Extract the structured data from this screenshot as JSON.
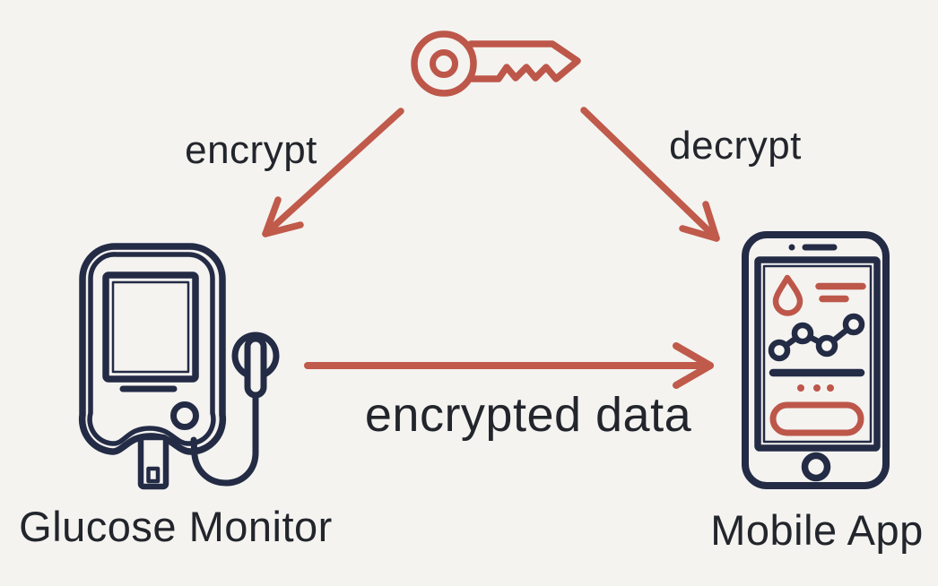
{
  "background_color": "#f4f3f0",
  "colors": {
    "key_red": "#bd574a",
    "arrow_red": "#c05a4b",
    "device_navy": "#232b45",
    "label_dark": "#22252b"
  },
  "diagram": {
    "nodes": [
      {
        "id": "key",
        "icon": "key-icon",
        "label": ""
      },
      {
        "id": "glucose_monitor",
        "icon": "glucose-monitor-icon",
        "label": "Glucose Monitor"
      },
      {
        "id": "mobile_app",
        "icon": "mobile-app-icon",
        "label": "Mobile App"
      }
    ],
    "edges": [
      {
        "from": "key",
        "to": "glucose_monitor",
        "label": "encrypt"
      },
      {
        "from": "key",
        "to": "mobile_app",
        "label": "decrypt"
      },
      {
        "from": "glucose_monitor",
        "to": "mobile_app",
        "label": "encrypted data"
      }
    ]
  }
}
